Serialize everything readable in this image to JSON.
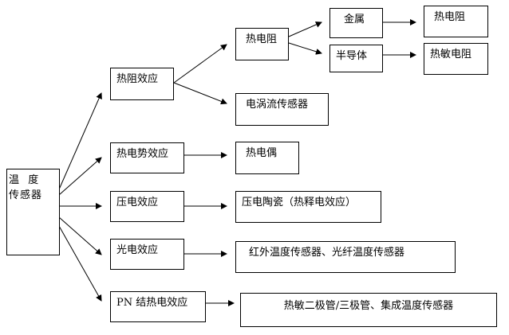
{
  "root": {
    "line1": "温  度",
    "line2": "传感器"
  },
  "effects": {
    "thermo_resist": "热阻效应",
    "thermo_emf": "热电势效应",
    "piezo": "压电效应",
    "photo": "光电效应",
    "pn": "PN 结热电效应"
  },
  "sensors": {
    "thermistor_parent": "热电阻",
    "eddy": "电涡流传感器",
    "thermocouple": "热电偶",
    "piezo_ceramic": "压电陶瓷（热释电效应）",
    "infrared_fiber": "红外温度传感器、光纤温度传感器",
    "pn_sensors": "热敏二极管/三极管、集成温度传感器"
  },
  "materials": {
    "metal": "金属",
    "semiconductor": "半导体"
  },
  "leaves": {
    "metal_result": "热电阻",
    "semi_result": "热敏电阻"
  }
}
